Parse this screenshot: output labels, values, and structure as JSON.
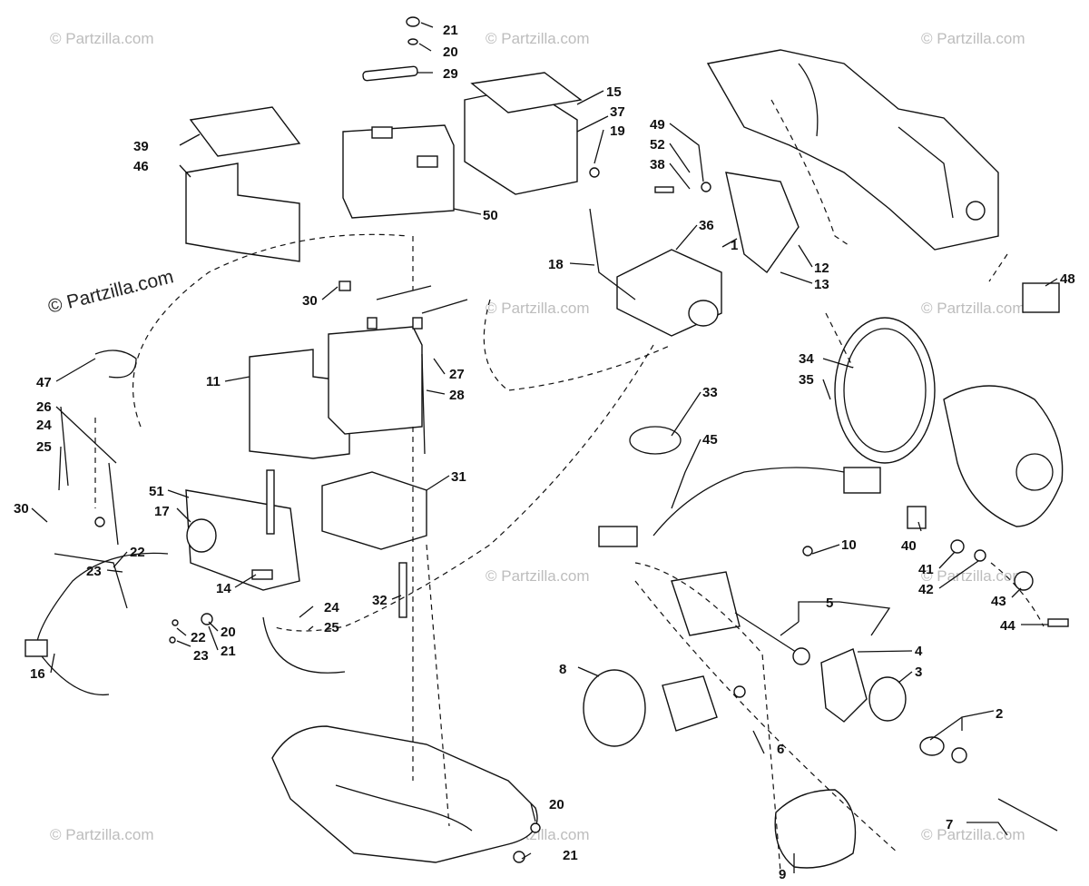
{
  "watermark": {
    "text": "© Partzilla.com",
    "primary": "© Partzilla.com"
  },
  "callouts": [
    {
      "id": "c1",
      "label": "1"
    },
    {
      "id": "c2",
      "label": "2"
    },
    {
      "id": "c3",
      "label": "3"
    },
    {
      "id": "c4",
      "label": "4"
    },
    {
      "id": "c5",
      "label": "5"
    },
    {
      "id": "c6",
      "label": "6"
    },
    {
      "id": "c7",
      "label": "7"
    },
    {
      "id": "c8",
      "label": "8"
    },
    {
      "id": "c9",
      "label": "9"
    },
    {
      "id": "c10",
      "label": "10"
    },
    {
      "id": "c11",
      "label": "11"
    },
    {
      "id": "c12",
      "label": "12"
    },
    {
      "id": "c13",
      "label": "13"
    },
    {
      "id": "c14",
      "label": "14"
    },
    {
      "id": "c15",
      "label": "15"
    },
    {
      "id": "c16",
      "label": "16"
    },
    {
      "id": "c17",
      "label": "17"
    },
    {
      "id": "c18",
      "label": "18"
    },
    {
      "id": "c19",
      "label": "19"
    },
    {
      "id": "c20a",
      "label": "20"
    },
    {
      "id": "c20b",
      "label": "20"
    },
    {
      "id": "c20c",
      "label": "20"
    },
    {
      "id": "c21a",
      "label": "21"
    },
    {
      "id": "c21b",
      "label": "21"
    },
    {
      "id": "c21c",
      "label": "21"
    },
    {
      "id": "c22a",
      "label": "22"
    },
    {
      "id": "c22b",
      "label": "22"
    },
    {
      "id": "c23a",
      "label": "23"
    },
    {
      "id": "c23b",
      "label": "23"
    },
    {
      "id": "c24a",
      "label": "24"
    },
    {
      "id": "c24b",
      "label": "24"
    },
    {
      "id": "c25a",
      "label": "25"
    },
    {
      "id": "c25b",
      "label": "25"
    },
    {
      "id": "c26",
      "label": "26"
    },
    {
      "id": "c27",
      "label": "27"
    },
    {
      "id": "c28",
      "label": "28"
    },
    {
      "id": "c29",
      "label": "29"
    },
    {
      "id": "c30a",
      "label": "30"
    },
    {
      "id": "c30b",
      "label": "30"
    },
    {
      "id": "c31",
      "label": "31"
    },
    {
      "id": "c32",
      "label": "32"
    },
    {
      "id": "c33",
      "label": "33"
    },
    {
      "id": "c34",
      "label": "34"
    },
    {
      "id": "c35",
      "label": "35"
    },
    {
      "id": "c36",
      "label": "36"
    },
    {
      "id": "c37",
      "label": "37"
    },
    {
      "id": "c38",
      "label": "38"
    },
    {
      "id": "c39",
      "label": "39"
    },
    {
      "id": "c40",
      "label": "40"
    },
    {
      "id": "c41",
      "label": "41"
    },
    {
      "id": "c42",
      "label": "42"
    },
    {
      "id": "c43",
      "label": "43"
    },
    {
      "id": "c44",
      "label": "44"
    },
    {
      "id": "c45",
      "label": "45"
    },
    {
      "id": "c46",
      "label": "46"
    },
    {
      "id": "c47",
      "label": "47"
    },
    {
      "id": "c48",
      "label": "48"
    },
    {
      "id": "c49",
      "label": "49"
    },
    {
      "id": "c50",
      "label": "50"
    },
    {
      "id": "c51",
      "label": "51"
    },
    {
      "id": "c52",
      "label": "52"
    }
  ]
}
